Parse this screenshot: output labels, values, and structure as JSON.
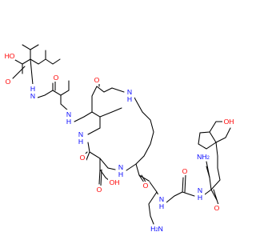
{
  "structure": {
    "colors": {
      "bond": "#000000",
      "oxygen": "#ff0000",
      "nitrogen": "#0000ff",
      "background": "#ffffff"
    },
    "atom_labels": [
      {
        "key": "oh_acid",
        "text": "HO",
        "element": "O"
      },
      {
        "key": "o_acid",
        "text": "O",
        "element": "O"
      },
      {
        "key": "o_val_amide",
        "text": "O",
        "element": "O"
      },
      {
        "key": "nh_val",
        "text": "H N",
        "element": "N"
      },
      {
        "key": "nh_ala",
        "text": "N H",
        "element": "N"
      },
      {
        "key": "o_ring_ketone",
        "text": "O",
        "element": "O"
      },
      {
        "key": "nh_ring_right",
        "text": "N H",
        "element": "N"
      },
      {
        "key": "nh_ring_left",
        "text": "N H",
        "element": "N"
      },
      {
        "key": "o_ring_amide",
        "text": "O",
        "element": "O"
      },
      {
        "key": "o_thr_oh",
        "text": "OH",
        "element": "O"
      },
      {
        "key": "o_ring_bottom_left",
        "text": "O",
        "element": "O"
      },
      {
        "key": "nh_ring_bottom",
        "text": "N H",
        "element": "N"
      },
      {
        "key": "o_ring_bottom_right",
        "text": "O",
        "element": "O"
      },
      {
        "key": "nh_lys",
        "text": "N H",
        "element": "N"
      },
      {
        "key": "o_lys_amide",
        "text": "O",
        "element": "O"
      },
      {
        "key": "nh_tyr",
        "text": "N H",
        "element": "N"
      },
      {
        "key": "nh2_tyr",
        "text": "NH2",
        "element": "N"
      },
      {
        "key": "o_tyr_amide",
        "text": "O",
        "element": "O"
      },
      {
        "key": "oh_phenol",
        "text": "OH",
        "element": "O"
      },
      {
        "key": "nh2_lys",
        "text": "H2N",
        "element": "N"
      }
    ]
  }
}
